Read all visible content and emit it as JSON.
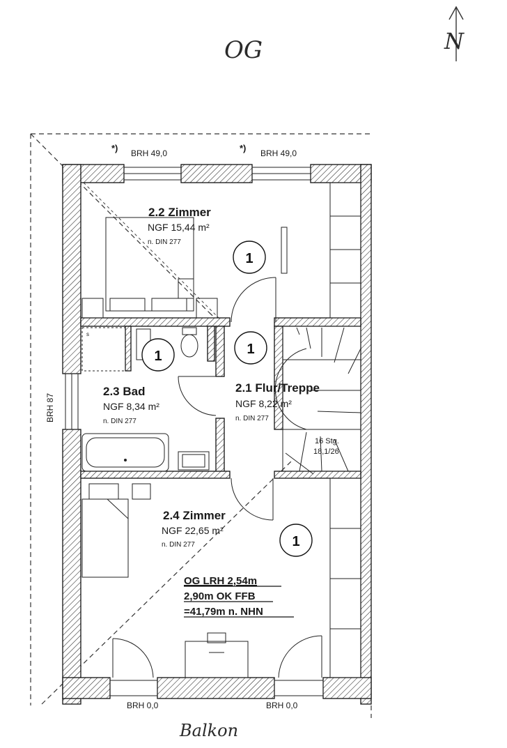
{
  "header": {
    "floor_label": "OG",
    "north_label": "N"
  },
  "openings": {
    "top_left": {
      "marker": "*)",
      "label": "BRH 49,0"
    },
    "top_right": {
      "marker": "*)",
      "label": "BRH 49,0"
    },
    "left": "BRH 87",
    "bottom_left": "BRH 0,0",
    "bottom_right": "BRH 0,0"
  },
  "rooms": {
    "zimmer_22": {
      "title": "2.2  Zimmer",
      "area": "NGF 15,44 m²",
      "norm": "n. DIN 277",
      "code": "1"
    },
    "bad_23": {
      "title": "2.3  Bad",
      "area": "NGF  8,34 m²",
      "norm": "n. DIN 277",
      "code": "1"
    },
    "flur_21": {
      "title": "2.1  Flur/Treppe",
      "area": "NGF  8,22 m²",
      "norm": "n. DIN 277",
      "code": "1"
    },
    "zimmer_24": {
      "title": "2.4  Zimmer",
      "area": "NGF 22,65 m²",
      "norm": "n. DIN 277",
      "code": "1"
    }
  },
  "stairs": {
    "steps": "16 Stg.",
    "ratio": "18,1/26"
  },
  "level_note": {
    "line1": "OG LRH 2,54m",
    "line2": "2,90m OK FFB",
    "line3": "=41,79m  n. NHN"
  },
  "footer": {
    "balcony_label": "Balkon"
  }
}
